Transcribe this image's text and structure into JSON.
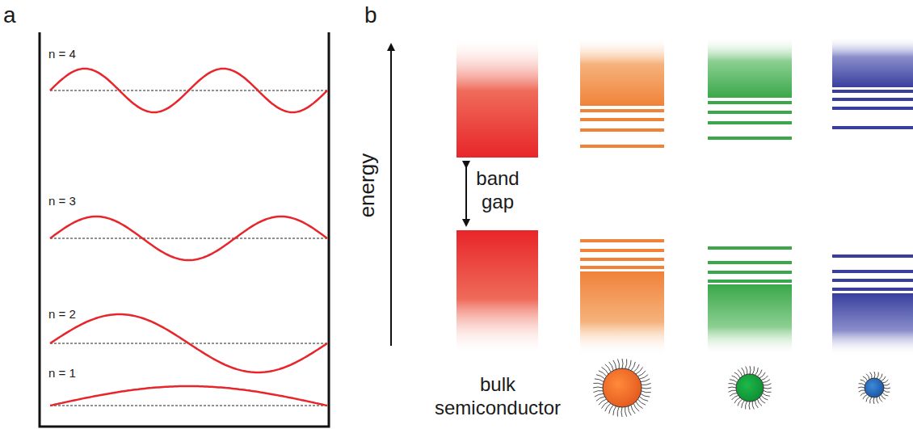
{
  "diagram": {
    "labels": [
      "a",
      "b",
      "n = 4",
      "n = 3",
      "n = 2",
      "n = 1",
      "energy",
      "band gap",
      "bulk semiconductor"
    ]
  }
}
